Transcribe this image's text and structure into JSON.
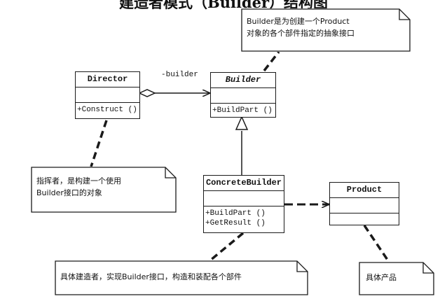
{
  "title": "建造者模式（Builder）结构图",
  "classes": {
    "director": {
      "name": "Director",
      "ops": [
        "+Construct ()"
      ]
    },
    "builder": {
      "name": "Builder",
      "ops": [
        "+BuildPart ()"
      ]
    },
    "concrete_builder": {
      "name": "ConcreteBuilder",
      "ops": [
        "+BuildPart ()",
        "+GetResult ()"
      ]
    },
    "product": {
      "name": "Product",
      "ops": []
    }
  },
  "association_label": "-builder",
  "notes": {
    "builder": [
      "Builder是为创建一个Product",
      "对象的各个部件指定的抽象接口"
    ],
    "director": [
      "指挥者，是构建一个使用",
      "Builder接口的对象"
    ],
    "concrete_builder": [
      "具体建造者，实现Builder接口，构造和装配各个部件"
    ],
    "product": [
      "具体产品"
    ]
  }
}
